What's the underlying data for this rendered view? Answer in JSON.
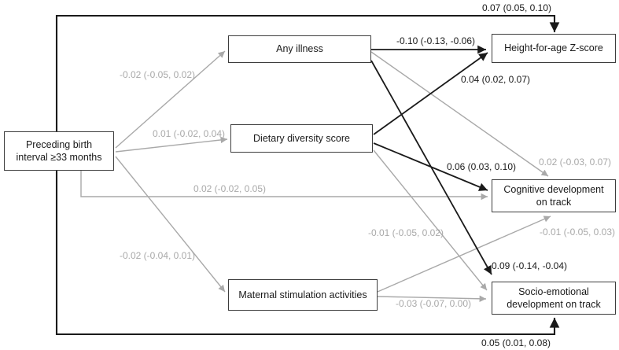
{
  "figure": {
    "type": "structural path diagram",
    "colors": {
      "significant_path": "#1a1a1a",
      "nonsignificant_path": "#a9a9a9",
      "box_border": "#3d3d3d",
      "background": "#ffffff"
    }
  },
  "nodes": {
    "exposure": {
      "label": "Preceding birth interval ≥33 months"
    },
    "any_illness": {
      "label": "Any illness"
    },
    "dietary": {
      "label": "Dietary diversity score"
    },
    "maternal": {
      "label": "Maternal stimulation activities"
    },
    "haz": {
      "label": "Height-for-age Z-score"
    },
    "cognitive": {
      "label": "Cognitive development on track"
    },
    "socio": {
      "label": "Socio-emotional development on track"
    }
  },
  "edges": [
    {
      "from": "exposure",
      "to": "haz",
      "estimate": "0.07 (0.05, 0.10)",
      "significant": true
    },
    {
      "from": "any_illness",
      "to": "haz",
      "estimate": "-0.10 (-0.13, -0.06)",
      "significant": true
    },
    {
      "from": "dietary",
      "to": "haz",
      "estimate": "0.04 (0.02, 0.07)",
      "significant": true
    },
    {
      "from": "exposure",
      "to": "any_illness",
      "estimate": "-0.02 (-0.05, 0.02)",
      "significant": false
    },
    {
      "from": "exposure",
      "to": "dietary",
      "estimate": "0.01 (-0.02, 0.04)",
      "significant": false
    },
    {
      "from": "exposure",
      "to": "cognitive",
      "estimate": "0.02 (-0.02, 0.05)",
      "significant": false
    },
    {
      "from": "exposure",
      "to": "maternal",
      "estimate": "-0.02 (-0.04, 0.01)",
      "significant": false
    },
    {
      "from": "dietary",
      "to": "cognitive",
      "estimate": "0.06 (0.03, 0.10)",
      "significant": true
    },
    {
      "from": "any_illness",
      "to": "cognitive",
      "estimate": "0.02 (-0.03, 0.07)",
      "significant": false
    },
    {
      "from": "dietary",
      "to": "socio",
      "estimate": "-0.01 (-0.05, 0.02)",
      "significant": false
    },
    {
      "from": "maternal",
      "to": "cognitive",
      "estimate": "-0.01 (-0.05, 0.03)",
      "significant": false
    },
    {
      "from": "any_illness",
      "to": "socio",
      "estimate": "-0.09 (-0.14, -0.04)",
      "significant": true
    },
    {
      "from": "maternal",
      "to": "socio",
      "estimate": "-0.03 (-0.07, 0.00)",
      "significant": false
    },
    {
      "from": "exposure",
      "to": "socio",
      "estimate": "0.05 (0.01, 0.08)",
      "significant": true
    }
  ]
}
